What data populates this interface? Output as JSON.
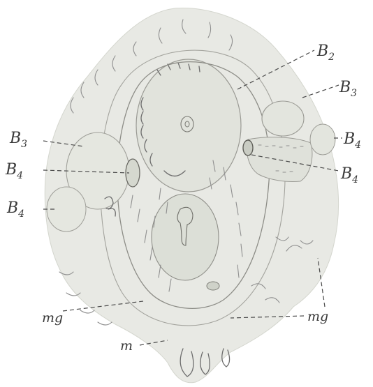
{
  "labels": {
    "b2": {
      "letter": "B",
      "sub": "2"
    },
    "b3_right": {
      "letter": "B",
      "sub": "3"
    },
    "b4_far_right": {
      "letter": "B",
      "sub": "4"
    },
    "b4_right": {
      "letter": "B",
      "sub": "4"
    },
    "b3_left": {
      "letter": "B",
      "sub": "3"
    },
    "b4_left_upper": {
      "letter": "B",
      "sub": "4"
    },
    "b4_left_lower": {
      "letter": "B",
      "sub": "4"
    },
    "mg_left": "mg",
    "mg_right": "mg",
    "m": "m"
  },
  "colors": {
    "background": "#ffffff",
    "tissue": "#e8e9e4",
    "tissue_dark": "#d9dbd3",
    "ink": "#3a3a3a"
  }
}
